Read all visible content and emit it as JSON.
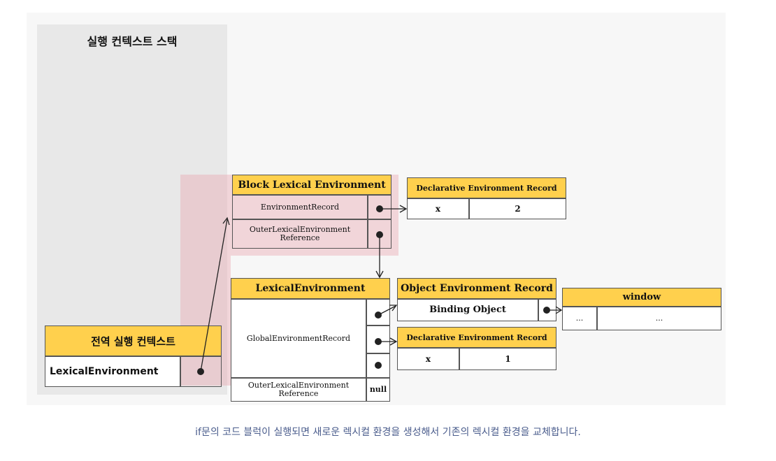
{
  "stack": {
    "title": "실행 컨텍스트 스택"
  },
  "global_ec": {
    "title": "전역 실행 컨텍스트",
    "field": "LexicalEnvironment"
  },
  "block_le": {
    "title": "Block Lexical Environment",
    "env_record": "EnvironmentRecord",
    "outer_ref": "OuterLexicalEnvironment Reference"
  },
  "block_decl": {
    "title": "Declarative Environment Record",
    "name": "x",
    "value": "2"
  },
  "global_le": {
    "title": "LexicalEnvironment",
    "global_record": "GlobalEnvironmentRecord",
    "outer_ref": "OuterLexicalEnvironment Reference",
    "outer_value": "null"
  },
  "object_record": {
    "title": "Object Environment Record",
    "binding": "Binding Object"
  },
  "window_obj": {
    "title": "window",
    "col1": "...",
    "col2": "..."
  },
  "global_decl": {
    "title": "Declarative Environment Record",
    "name": "x",
    "value": "1"
  },
  "caption": "if문의 코드 블럭이 실행되면 새로운 렉시컬 환경을 생성해서 기존의 렉시컬 환경을 교체합니다.",
  "colors": {
    "header": "#ffd04d",
    "highlight": "#e8aab4",
    "panel": "#e8e8e8",
    "caption": "#4a5c8c"
  }
}
